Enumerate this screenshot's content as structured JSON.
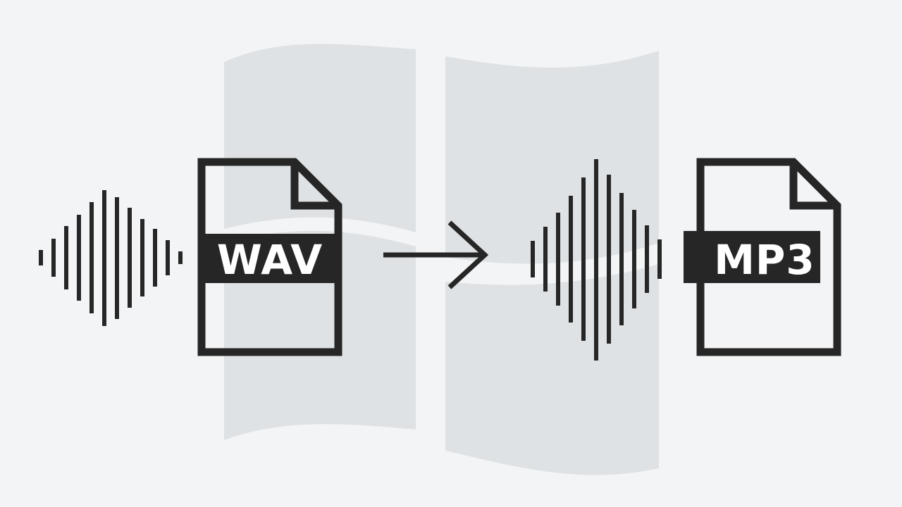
{
  "source_file": {
    "label": "WAV",
    "icon": "audio-file-icon"
  },
  "target_file": {
    "label": "MP3",
    "icon": "audio-file-icon"
  },
  "conversion": {
    "icon": "right-arrow-icon"
  },
  "waveforms": {
    "icon": "sound-wave-icon"
  },
  "background": {
    "icon": "windows-logo-watermark"
  },
  "colors": {
    "background": "#f2f4f5",
    "icon_stroke": "#262626",
    "watermark": "#dcdee0",
    "label_text": "#ffffff"
  }
}
